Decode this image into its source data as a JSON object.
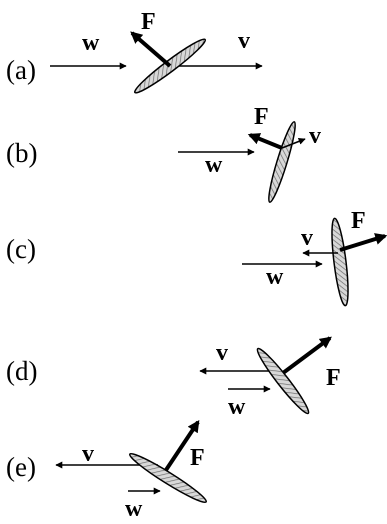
{
  "figure": {
    "panels": [
      {
        "id": "a",
        "label": "(a)",
        "vectors": {
          "w": "w",
          "v": "v",
          "F": "F"
        }
      },
      {
        "id": "b",
        "label": "(b)",
        "vectors": {
          "w": "w",
          "v": "v",
          "F": "F"
        }
      },
      {
        "id": "c",
        "label": "(c)",
        "vectors": {
          "w": "w",
          "v": "v",
          "F": "F"
        }
      },
      {
        "id": "d",
        "label": "(d)",
        "vectors": {
          "w": "w",
          "v": "v",
          "F": "F"
        }
      },
      {
        "id": "e",
        "label": "(e)",
        "vectors": {
          "w": "w",
          "v": "v",
          "F": "F"
        }
      }
    ],
    "colors": {
      "ink": "#000000",
      "hatch": "#8a8a8a",
      "background": "#ffffff"
    }
  }
}
